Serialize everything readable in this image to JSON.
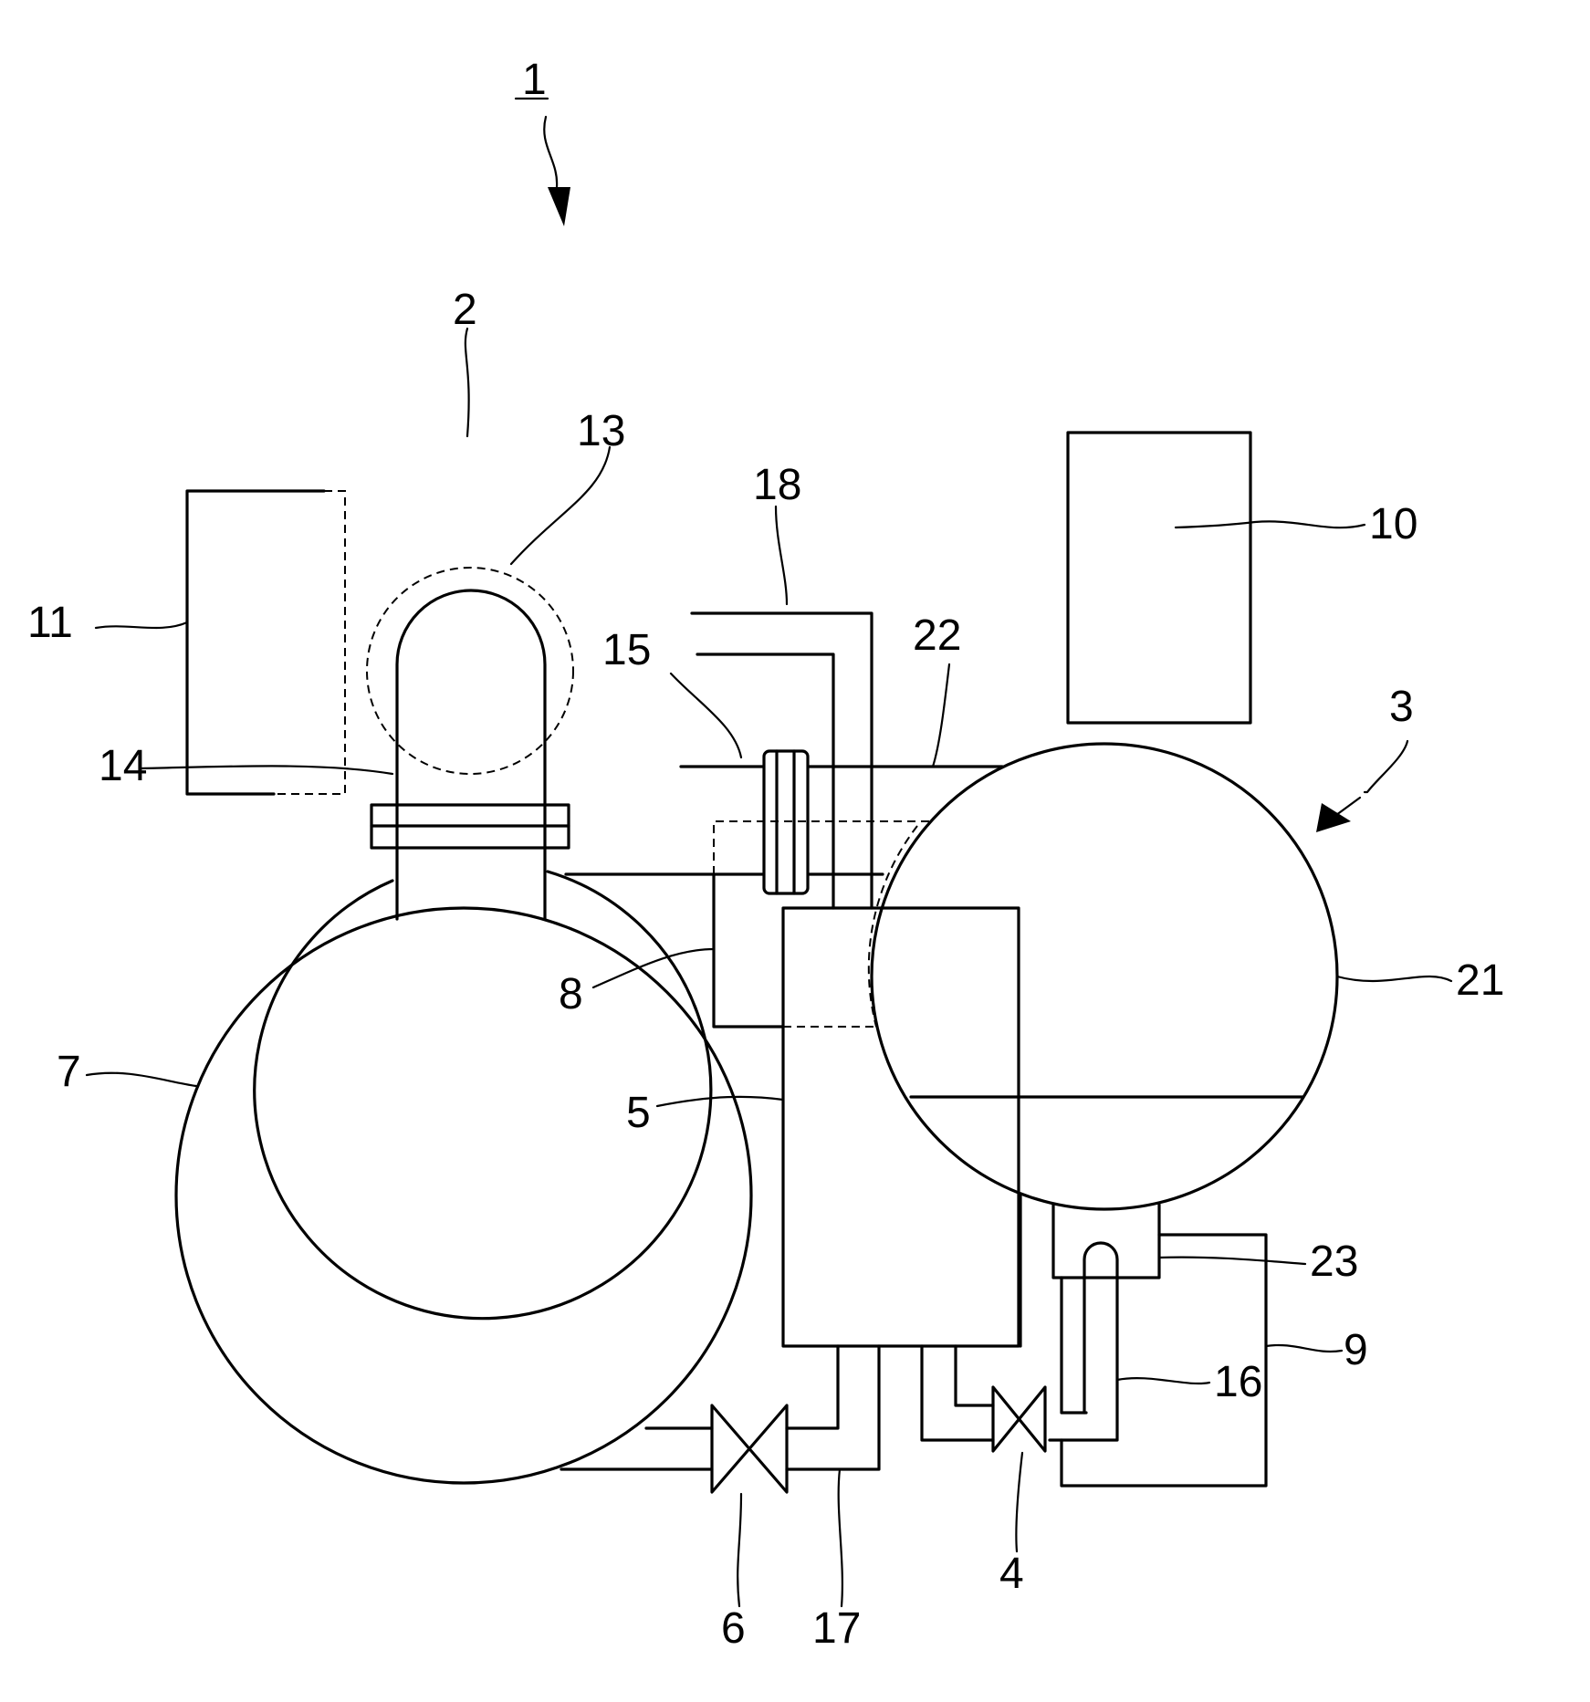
{
  "figure": {
    "reference_label": "1",
    "labels": {
      "deaerator_upper": "2",
      "unit_right": "3",
      "valve_right": "4",
      "vertical_tank": "5",
      "valve_left": "6",
      "large_tank": "7",
      "box_8": "8",
      "box_9": "9",
      "box_10": "10",
      "box_11": "11",
      "dashed_circle": "13",
      "u_pipe": "14",
      "flange": "15",
      "pipe_16": "16",
      "pipe_17": "17",
      "pipe_18": "18",
      "sphere_21": "21",
      "pipe_22": "22",
      "outlet_23": "23"
    }
  }
}
